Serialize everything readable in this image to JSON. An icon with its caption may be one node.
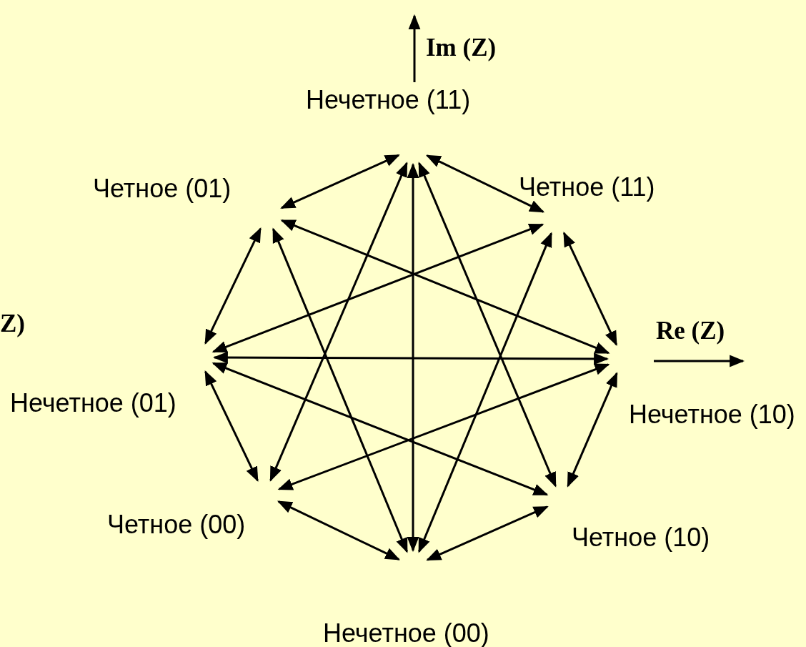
{
  "diagram": {
    "nodes": [
      {
        "text": [
          "Нечетное (11)"
        ]
      },
      {
        "text": [
          "Четное (01)"
        ]
      },
      {
        "text": [
          "Четное (11)"
        ]
      },
      {
        "text": [
          "Нечетное (01)"
        ]
      },
      {
        "text": [
          "Нечетное (10)"
        ]
      },
      {
        "text": [
          "Четное (00)"
        ]
      },
      {
        "text": [
          "Четное (10)"
        ]
      },
      {
        "text": [
          "Нечетное (00)"
        ]
      }
    ],
    "edges": [
      {
        "from": 0,
        "to": 1,
        "arrow": "both"
      },
      {
        "from": 0,
        "to": 2,
        "arrow": "both"
      },
      {
        "from": 0,
        "to": 7,
        "arrow": "both"
      },
      {
        "from": 0,
        "to": 5,
        "arrow": "both"
      },
      {
        "from": 0,
        "to": 6,
        "arrow": "both"
      },
      {
        "from": 1,
        "to": 3,
        "arrow": "both"
      },
      {
        "from": 1,
        "to": 7,
        "arrow": "both"
      },
      {
        "from": 1,
        "to": 4,
        "arrow": "both"
      },
      {
        "from": 2,
        "to": 4,
        "arrow": "both"
      },
      {
        "from": 2,
        "to": 3,
        "arrow": "both"
      },
      {
        "from": 2,
        "to": 7,
        "arrow": "both"
      },
      {
        "from": 3,
        "to": 4,
        "arrow": "both"
      },
      {
        "from": 3,
        "to": 5,
        "arrow": "both"
      },
      {
        "from": 3,
        "to": 6,
        "arrow": "both"
      },
      {
        "from": 4,
        "to": 6,
        "arrow": "both"
      },
      {
        "from": 4,
        "to": 5,
        "arrow": "both"
      },
      {
        "from": 5,
        "to": 7,
        "arrow": "both"
      },
      {
        "from": 6,
        "to": 7,
        "arrow": "both"
      }
    ],
    "labels": [
      "Im (Z)",
      "Z)",
      "Re (Z)"
    ]
  }
}
